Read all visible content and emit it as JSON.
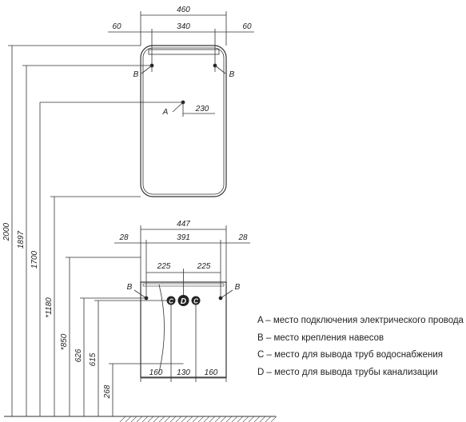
{
  "mirror_dims": {
    "total_width": "460",
    "inner_width": "340",
    "left_offset": "60",
    "right_offset": "60",
    "a_offset": "230"
  },
  "cabinet_dims": {
    "total_width": "447",
    "inner_width": "391",
    "left_offset": "28",
    "right_offset": "28",
    "half_left": "225",
    "half_right": "225",
    "bottom_left": "160",
    "bottom_mid": "130",
    "bottom_right": "160"
  },
  "vertical_dims": [
    "2000",
    "1897",
    "1700",
    "*1180",
    "*850",
    "626",
    "615",
    "268"
  ],
  "markers": {
    "a": "A",
    "b": "B",
    "c": "C",
    "d": "D"
  },
  "legend": [
    "A – место подключения электрического провода",
    "B – место крепления навесов",
    "C – место для вывода труб водоснабжения",
    "D – место для вывода трубы канализации"
  ]
}
